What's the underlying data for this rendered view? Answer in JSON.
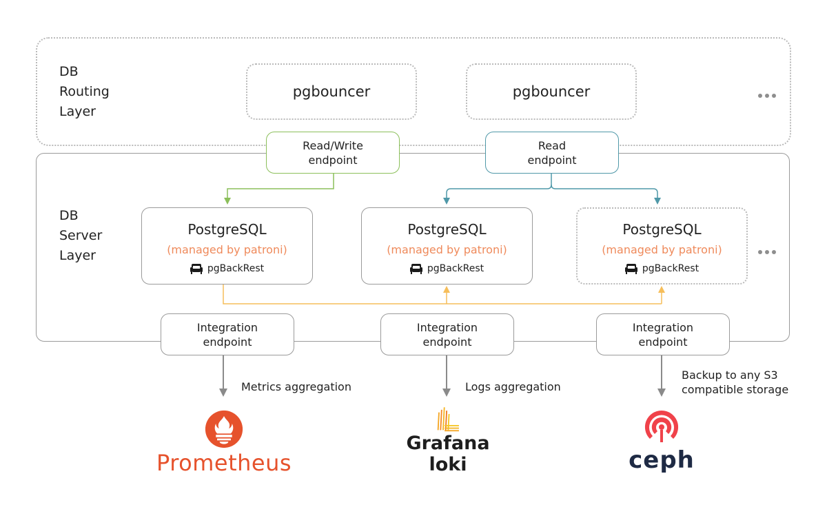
{
  "routing_layer": {
    "label_lines": [
      "DB",
      "Routing",
      "Layer"
    ],
    "pgbouncer": [
      "pgbouncer",
      "pgbouncer"
    ]
  },
  "server_layer": {
    "label_lines": [
      "DB",
      "Server",
      "Layer"
    ]
  },
  "endpoints": {
    "read_write": [
      "Read/Write",
      "endpoint"
    ],
    "read": [
      "Read",
      "endpoint"
    ],
    "integration": [
      [
        "Integration",
        "endpoint"
      ],
      [
        "Integration",
        "endpoint"
      ],
      [
        "Integration",
        "endpoint"
      ]
    ]
  },
  "postgres_nodes": [
    {
      "title": "PostgreSQL",
      "subtitle": "(managed by patroni)",
      "backup": "pgBackRest"
    },
    {
      "title": "PostgreSQL",
      "subtitle": "(managed by patroni)",
      "backup": "pgBackRest"
    },
    {
      "title": "PostgreSQL",
      "subtitle": "(managed by patroni)",
      "backup": "pgBackRest"
    }
  ],
  "flows": {
    "metrics": "Metrics aggregation",
    "logs": "Logs aggregation",
    "backup_lines": [
      "Backup to any S3",
      "compatible storage"
    ]
  },
  "logos": {
    "prometheus": "Prometheus",
    "loki": "Grafana loki",
    "ceph": "ceph"
  },
  "colors": {
    "read_write": "#8bbf5a",
    "read": "#4f98a8",
    "replication": "#f6be5a",
    "patroni": "#ef8a5b",
    "prometheus": "#e6522c",
    "ceph": "#f0424a"
  }
}
